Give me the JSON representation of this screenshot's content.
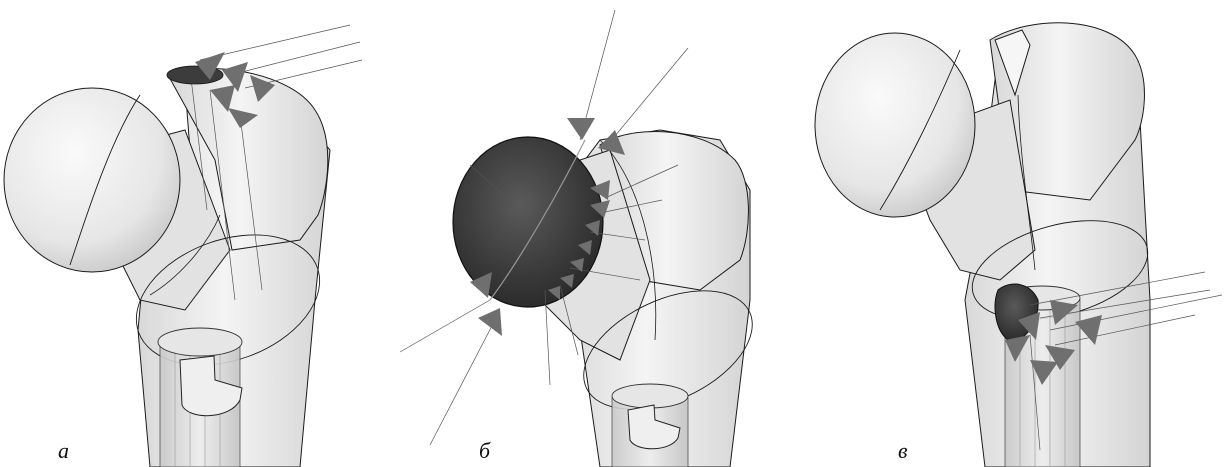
{
  "figure": {
    "panels": [
      {
        "label": "а"
      },
      {
        "label": "б"
      },
      {
        "label": "в"
      }
    ]
  },
  "colors": {
    "bone_fill": "#ececec",
    "bone_shade": "#d2d2d2",
    "outline": "#1a1a1a",
    "arrow": "#6f6f6f",
    "contact_surface": "#3c3c3c",
    "guide_line": "#555555",
    "background": "#ffffff"
  },
  "icons": [
    "force-arrow-icon"
  ]
}
